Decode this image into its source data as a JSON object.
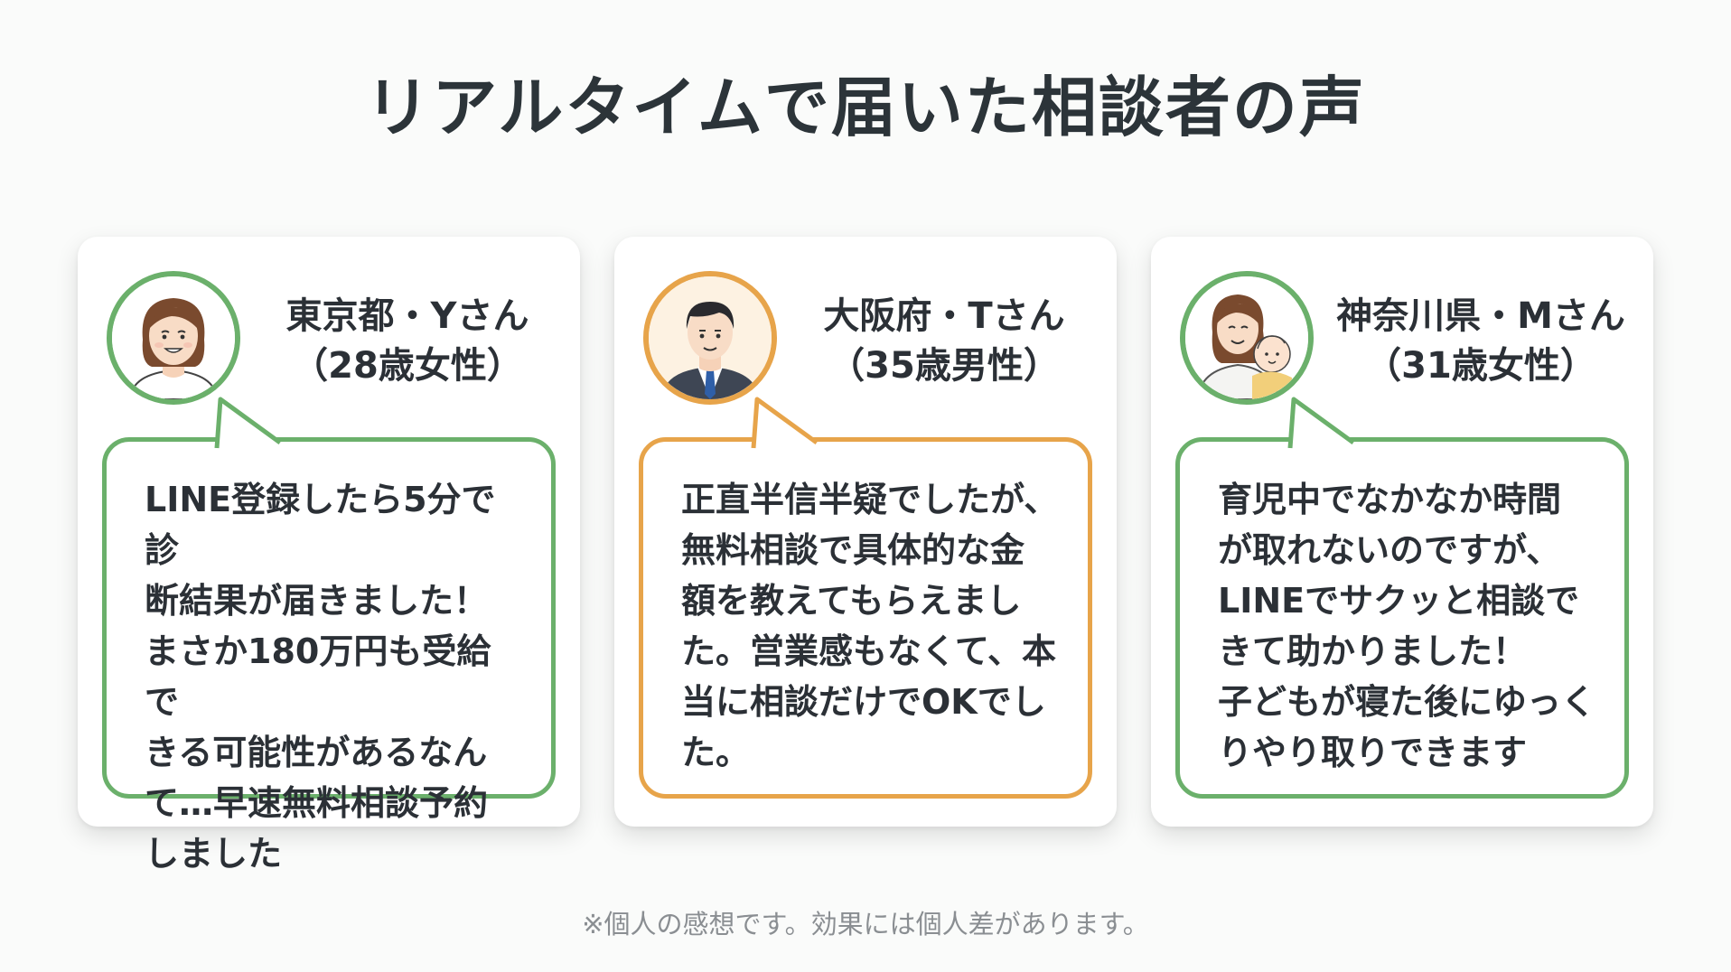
{
  "title": "リアルタイムで届いた相談者の声",
  "colors": {
    "green": "#6bb06b",
    "orange": "#e7a44a"
  },
  "testimonials": [
    {
      "name": "東京都・Yさん",
      "age": "（28歳女性）",
      "avatar_icon": "woman-avatar-icon",
      "accent": "green",
      "text": "LINE登録したら5分で診\n断結果が届きました！\nまさか180万円も受給で\nきる可能性があるなん\nて…早速無料相談予約\nしました"
    },
    {
      "name": "大阪府・Tさん",
      "age": "（35歳男性）",
      "avatar_icon": "businessman-avatar-icon",
      "accent": "orange",
      "text": "正直半信半疑でしたが、\n無料相談で具体的な金\n額を教えてもらえまし\nた。営業感もなくて、本\n当に相談だけでOKでし\nた。"
    },
    {
      "name": "神奈川県・Mさん",
      "age": "（31歳女性）",
      "avatar_icon": "mother-with-baby-avatar-icon",
      "accent": "green",
      "text": "育児中でなかなか時間\nが取れないのですが、\nLINEでサクッと相談で\nきて助かりました！\n子どもが寝た後にゆっく\nりやり取りできます"
    }
  ],
  "footnote": "※個人の感想です。効果には個人差があります。"
}
